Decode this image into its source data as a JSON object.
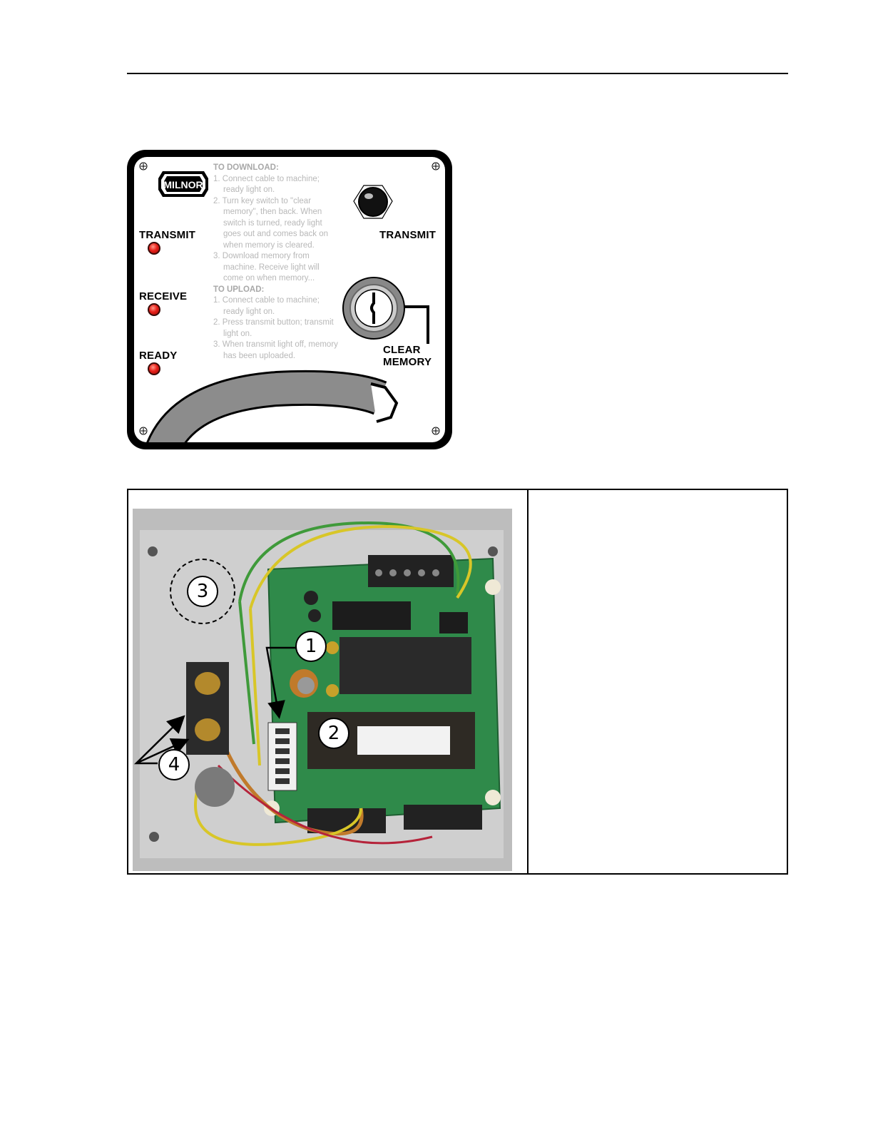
{
  "panel": {
    "logo": "MILNOR",
    "leds": [
      {
        "label": "TRANSMIT"
      },
      {
        "label": "RECEIVE"
      },
      {
        "label": "READY"
      }
    ],
    "instructions": {
      "download_heading": "TO DOWNLOAD:",
      "download_steps": [
        "1. Connect cable to machine; ready light on.",
        "2. Turn key switch to \"clear memory\", then back. When switch is turned, ready light goes out and comes back on when memory is cleared.",
        "3. Download memory from machine. Receive light will come on when memory..."
      ],
      "upload_heading": "TO UPLOAD:",
      "upload_steps": [
        "1. Connect cable to machine; ready light on.",
        "2. Press transmit button; transmit light on.",
        "3. When transmit light off, memory has been uploaded."
      ]
    },
    "transmit_button_label": "TRANSMIT",
    "key_switch_label_1": "CLEAR",
    "key_switch_label_2": "MEMORY"
  },
  "photo": {
    "callouts": [
      "1",
      "2",
      "3",
      "4"
    ]
  },
  "colors": {
    "led_red": "#e8201a",
    "pcb_green": "#2f8a4a",
    "cable_gray": "#8c8c8c"
  }
}
